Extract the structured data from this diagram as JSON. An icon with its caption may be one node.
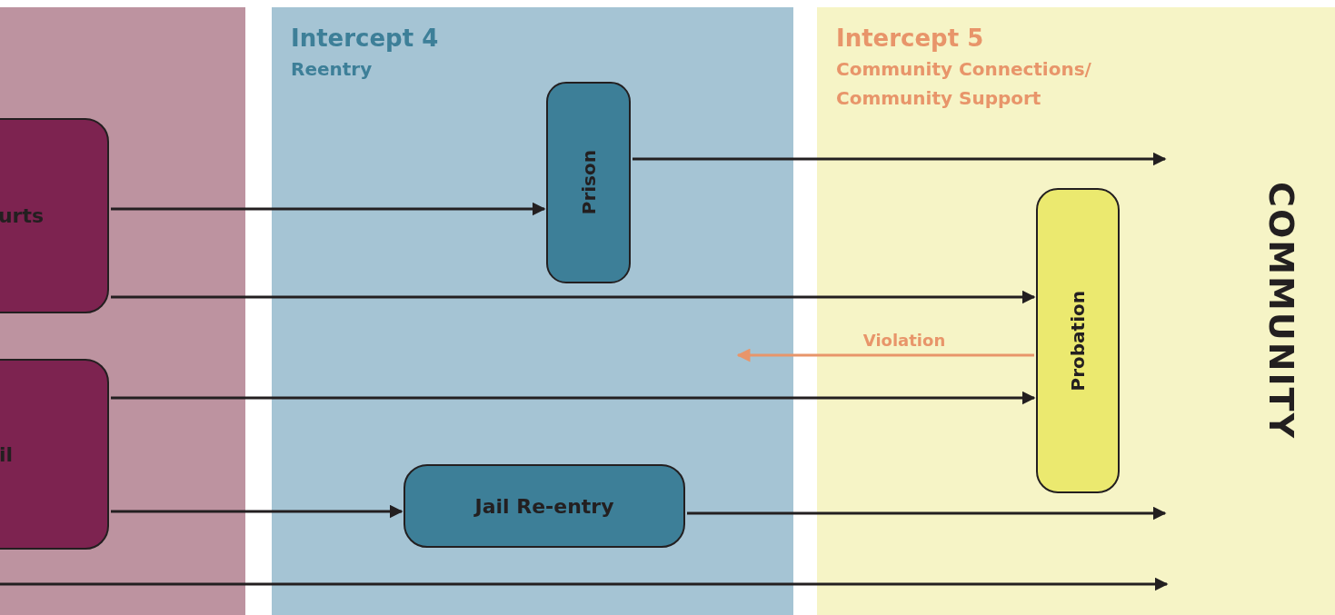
{
  "diagram": {
    "nodes": [
      {
        "text": [
          "urts"
        ]
      },
      {
        "text": [
          "il"
        ]
      },
      {
        "text": [
          "Intercept 4",
          "Reentry"
        ]
      },
      {
        "text": [
          "Prison"
        ],
        "in": 2
      },
      {
        "text": [
          "Jail Re-entry"
        ],
        "in": 2
      },
      {
        "text": [
          "Intercept 5",
          "Community Connections/ Community Support"
        ]
      },
      {
        "text": [
          "Probation"
        ],
        "in": 5
      }
    ],
    "edges": [
      {
        "from": 3,
        "to": null,
        "arrow": "to"
      },
      {
        "from": 0,
        "to": 3,
        "arrow": "to"
      },
      {
        "from": 0,
        "to": 6,
        "arrow": "to"
      },
      {
        "from": 6,
        "to": null,
        "arrow": "to",
        "label": "Violation",
        "color": "#e8956a"
      },
      {
        "from": 1,
        "to": 6,
        "arrow": "to"
      },
      {
        "from": 1,
        "to": 4,
        "arrow": "to"
      },
      {
        "from": 4,
        "to": null,
        "arrow": "to"
      }
    ],
    "labels": [
      "COMMUNITY"
    ]
  }
}
